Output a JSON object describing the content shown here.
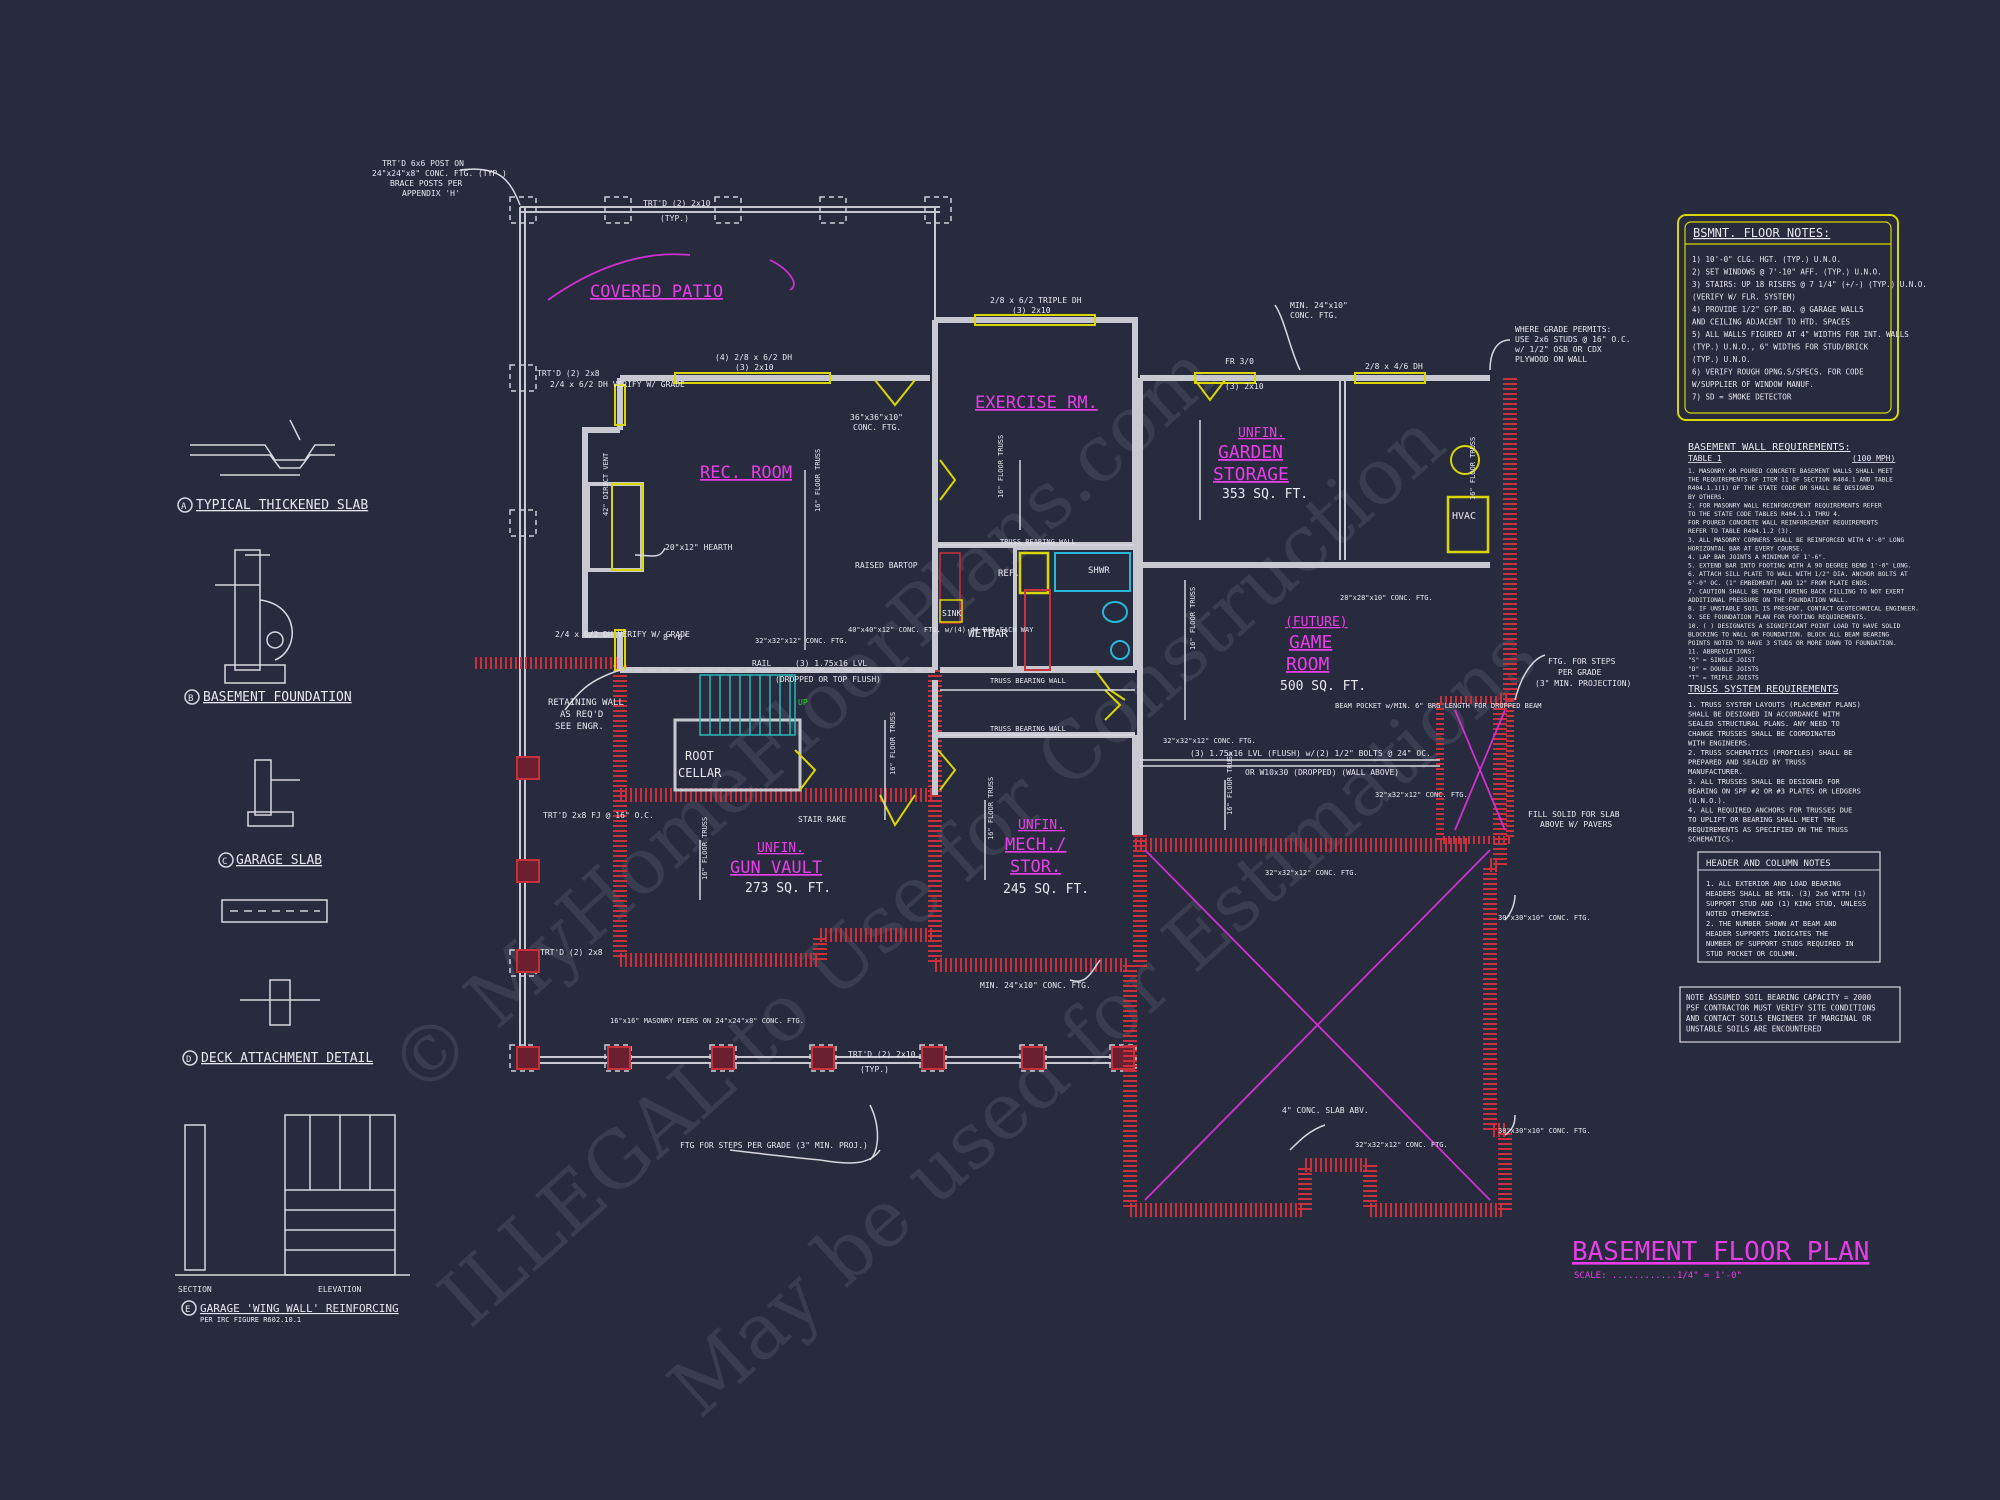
{
  "colors": {
    "background": "#282a3d",
    "wall": "#c8c8d0",
    "room_label": "#e83ee8",
    "notes_border": "#d8d800",
    "foundation": "#c8303c"
  },
  "title": {
    "main": "BASEMENT FLOOR PLAN",
    "scale": "SCALE: ............1/4\" = 1'-0\""
  },
  "rooms": {
    "patio": "COVERED PATIO",
    "rec": "REC. ROOM",
    "exercise": "EXERCISE RM.",
    "garden_a": "UNFIN.",
    "garden_b": "GARDEN",
    "garden_c": "STORAGE",
    "garden_area": "353 SQ. FT.",
    "game_a": "(FUTURE)",
    "game_b": "GAME",
    "game_c": "ROOM",
    "game_area": "500 SQ. FT.",
    "gun_a": "UNFIN.",
    "gun_b": "GUN VAULT",
    "gun_area": "273 SQ. FT.",
    "mech_a": "UNFIN.",
    "mech_b": "MECH./",
    "mech_c": "STOR.",
    "mech_area": "245 SQ. FT.",
    "root_a": "ROOT",
    "root_b": "CELLAR",
    "wetbar": "WETBAR",
    "hvac": "HVAC",
    "sink": "SINK",
    "ref": "REF.",
    "shwr": "SHWR"
  },
  "annotations": {
    "post_a": "TRT'D 6x6 POST ON",
    "post_b": "24\"x24\"x8\" CONC. FTG. (TYP.)",
    "post_c": "BRACE POSTS PER",
    "post_d": "APPENDIX 'H'",
    "beam_top": "TRT'D (2) 2x10",
    "typ": "(TYP.)",
    "trtd_2x8": "TRT'D (2) 2x8",
    "dh_a": "(4) 2/8 x 6/2 DH",
    "dh_b": "(3) 2x10",
    "triple_a": "2/8 x 6/2 TRIPLE DH",
    "triple_b": "(3) 2x10",
    "min_ftg_a": "MIN. 24\"x10\"",
    "min_ftg_b": "CONC. FTG.",
    "garage_a": "WHERE GRADE PERMITS:",
    "garage_b": "USE 2x6 STUDS @ 16\" O.C.",
    "garage_c": "w/ 1/2\" OSB OR CDX",
    "garage_d": "PLYWOOD ON WALL",
    "fr_a": "FR 3/0",
    "fr_b": "(3) 2x10",
    "dh416": "2/8 x 4/6 DH",
    "ftg36": "36\"x36\"x10\"",
    "ftg36b": "CONC. FTG.",
    "hearth": "20\"x12\" HEARTH",
    "vent": "42\" DIRECT VENT",
    "raised": "RAISED BARTOP",
    "floor_truss": "16\" FLOOR TRUSS",
    "truss_bearing": "TRUSS BEARING WALL",
    "ftg40": "40\"x40\"x12\" CONC. FTG. w/(4) #4 BAR EACH WAY",
    "ftg32": "32\"x32\"x12\" CONC. FTG.",
    "ftg28": "28\"x28\"x10\" CONC. FTG.",
    "retaining_a": "RETAINING WALL",
    "retaining_b": "AS REQ'D",
    "retaining_c": "SEE ENGR.",
    "rail": "RAIL",
    "lvl": "(3) 1.75x16 LVL",
    "dropped": "(DROPPED OR TOP FLUSH)",
    "up": "UP",
    "stair_rake": "STAIR RAKE",
    "beam_pocket": "BEAM POCKET w/MIN. 6\" BRG LENGTH FOR DROPPED BEAM",
    "lvl2": "(3) 1.75x16 LVL (FLUSH) w/(2) 1/2\" BOLTS @ 24\" OC.",
    "lvl2b": "OR W10x30 (DROPPED) (WALL ABOVE)",
    "ftg_steps_a": "FTG. FOR STEPS",
    "ftg_steps_b": "PER GRADE",
    "ftg_steps_c": "(3\" MIN. PROJECTION)",
    "fill_a": "FILL SOLID FOR SLAB",
    "fill_b": "ABOVE W/ PAVERS",
    "ftg30": "30\"x30\"x10\" CONC. FTG.",
    "slab": "4\" CONC. SLAB ABV.",
    "masonry": "16\"x16\" MASONRY PIERS ON 24\"x24\"x8\" CONC. FTG.",
    "steps_proj": "FTG FOR STEPS PER GRADE (3\" MIN. PROJ.)",
    "trtd_fj": "TRT'D 2x8 FJ @ 16\" O.C.",
    "dh_verify": "2/4 x 6/2 DH VERIFY W/ GRADE",
    "dim_8": "8'-0\"",
    "min_ftg2": "MIN. 24\"x10\" CONC. FTG."
  },
  "details": {
    "a": "TYPICAL THICKENED SLAB",
    "b": "BASEMENT FOUNDATION",
    "c": "GARAGE SLAB",
    "d": "DECK ATTACHMENT DETAIL",
    "e": "GARAGE 'WING WALL' REINFORCING",
    "e_sub": "PER IRC FIGURE R602.10.1",
    "a_letter": "A",
    "b_letter": "B",
    "c_letter": "C",
    "d_letter": "D",
    "e_letter": "E",
    "section": "SECTION",
    "elevation": "ELEVATION"
  },
  "notes": {
    "title": "BSMNT. FLOOR NOTES:",
    "items": [
      "1) 10'-0\" CLG. HGT. (TYP.) U.N.O.",
      "2) SET WINDOWS @ 7'-10\" AFF. (TYP.) U.N.O.",
      "3) STAIRS: UP 18 RISERS @ 7 1/4\" (+/-) (TYP.) U.N.O.",
      "(VERIFY W/ FLR. SYSTEM)",
      "4) PROVIDE 1/2\" GYP.BD. @ GARAGE WALLS",
      "AND CEILING ADJACENT TO HTD. SPACES",
      "5) ALL WALLS FIGURED AT 4\" WIDTHS FOR INT. WALLS",
      "(TYP.) U.N.O., 6\" WIDTHS FOR STUD/BRICK",
      "(TYP.) U.N.O.",
      "6) VERIFY ROUGH OPNG.S/SPECS. FOR CODE",
      "W/SUPPLIER OF WINDOW MANUF.",
      "7) SD = SMOKE DETECTOR"
    ]
  },
  "wall_req": {
    "title": "BASEMENT WALL REQUIREMENTS:",
    "table": "TABLE 1",
    "mph": "(100 MPH)",
    "items": [
      "1. MASONRY OR POURED CONCRETE BASEMENT WALLS SHALL MEET",
      "THE REQUIREMENTS OF ITEM 11 OF SECTION R404.1 AND TABLE",
      "R404.1.1(1) OF THE STATE CODE OR SHALL BE DESIGNED",
      "BY OTHERS.",
      "2. FOR MASONRY WALL REINFORCEMENT REQUIREMENTS REFER",
      "TO THE STATE CODE TABLES R404.1.1 THRU 4.",
      "FOR POURED CONCRETE WALL REINFORCEMENT REQUIREMENTS",
      "REFER TO TABLE R404.1.2 (3).",
      "3. ALL MASONRY CORNERS SHALL BE REINFORCED WITH 4'-0\" LONG",
      "HORIZONTAL BAR AT EVERY COURSE.",
      "4. LAP BAR JOINTS A MINIMUM OF 1'-6\".",
      "5. EXTEND BAR INTO FOOTING WITH A 90 DEGREE BEND 1'-0\" LONG.",
      "6. ATTACH SILL PLATE TO WALL WITH 1/2\" DIA. ANCHOR BOLTS AT",
      "6'-0\" OC. (1\" EMBEDMENT) AND 12\" FROM PLATE ENDS.",
      "7. CAUTION SHALL BE TAKEN DURING BACK FILLING TO NOT EXERT",
      "ADDITIONAL PRESSURE ON THE FOUNDATION WALL.",
      "8. IF UNSTABLE SOIL IS PRESENT, CONTACT GEOTECHNICAL ENGINEER.",
      "9. SEE FOUNDATION PLAN FOR FOOTING REQUIREMENTS.",
      "10. ( ) DESIGNATES A SIGNIFICANT POINT LOAD TO HAVE SOLID",
      "BLOCKING TO WALL OR FOUNDATION. BLOCK ALL BEAM BEARING",
      "POINTS NOTED TO HAVE 3 STUDS OR MORE DOWN TO FOUNDATION.",
      "11. ABBREVIATIONS:",
      "\"S\" = SINGLE JOIST",
      "\"D\" = DOUBLE JOISTS",
      "\"T\" = TRIPLE JOISTS"
    ]
  },
  "truss_req": {
    "title": "TRUSS SYSTEM REQUIREMENTS",
    "items": [
      "1. TRUSS SYSTEM LAYOUTS (PLACEMENT PLANS)",
      "SHALL BE DESIGNED IN ACCORDANCE WITH",
      "SEALED STRUCTURAL PLANS. ANY NEED TO",
      "CHANGE TRUSSES SHALL BE COORDINATED",
      "WITH ENGINEERS.",
      "2. TRUSS SCHEMATICS (PROFILES) SHALL BE",
      "PREPARED AND SEALED BY TRUSS",
      "MANUFACTURER.",
      "3. ALL TRUSSES SHALL BE DESIGNED FOR",
      "BEARING ON SPF #2 OR #3 PLATES OR LEDGERS",
      "(U.N.O.).",
      "4. ALL REQUIRED ANCHORS FOR TRUSSES DUE",
      "TO UPLIFT OR BEARING SHALL MEET THE",
      "REQUIREMENTS AS SPECIFIED ON THE TRUSS",
      "SCHEMATICS."
    ]
  },
  "header_notes": {
    "title": "HEADER AND COLUMN NOTES",
    "items": [
      "1. ALL EXTERIOR AND LOAD BEARING",
      "HEADERS SHALL BE MIN. (3) 2x6 WITH (1)",
      "SUPPORT STUD AND (1) KING STUD, UNLESS",
      "NOTED OTHERWISE.",
      "2. THE NUMBER SHOWN AT BEAM AND",
      "HEADER SUPPORTS INDICATES THE",
      "NUMBER OF SUPPORT STUDS REQUIRED IN",
      "STUD POCKET OR COLUMN."
    ]
  },
  "soil_note": [
    "NOTE ASSUMED SOIL BEARING CAPACITY = 2000",
    "PSF CONTRACTOR MUST VERIFY SITE CONDITIONS",
    "AND CONTACT SOILS ENGINEER IF MARGINAL OR",
    "UNSTABLE SOILS ARE ENCOUNTERED"
  ],
  "watermark": [
    "© MyHomeFloorPlans.com",
    "ILLEGAL to Use for Construction",
    "May be used for Estimations"
  ]
}
